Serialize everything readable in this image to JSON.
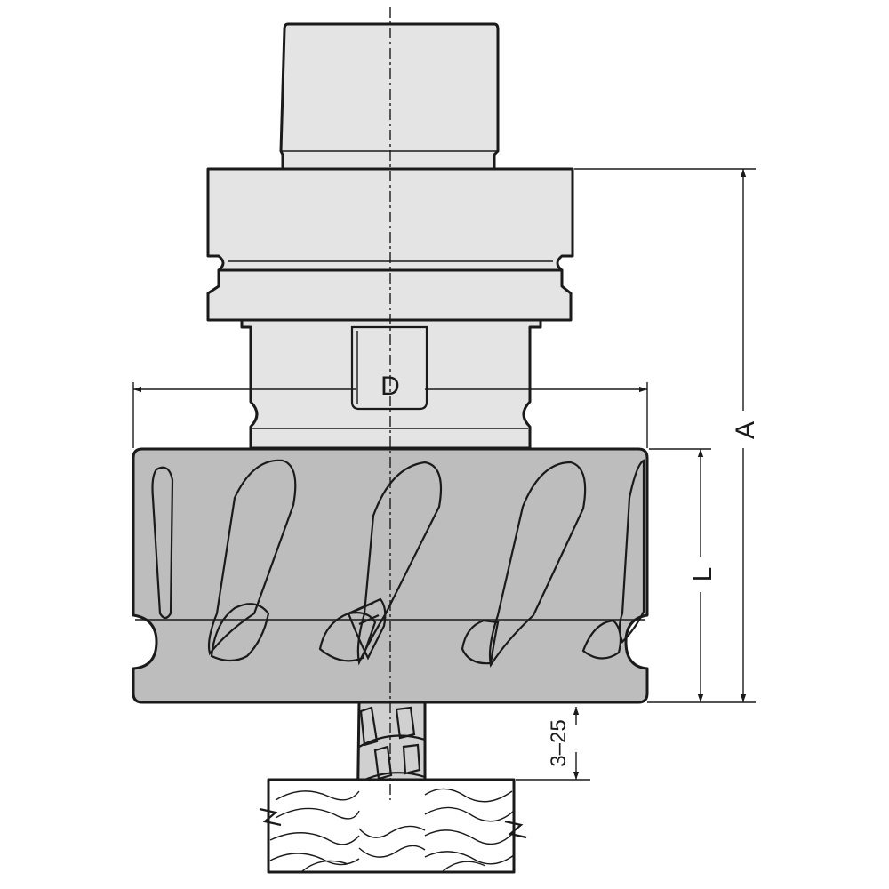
{
  "dimensions": {
    "diameter_label": "D",
    "total_length_label": "A",
    "cutting_length_label": "L",
    "depth_label": "3–25"
  },
  "colors": {
    "body": "#e4e4e4",
    "cutter": "#bdbdbd",
    "line": "#1a1a1a",
    "carbide": "#6e6e6e",
    "background": "#ffffff"
  }
}
